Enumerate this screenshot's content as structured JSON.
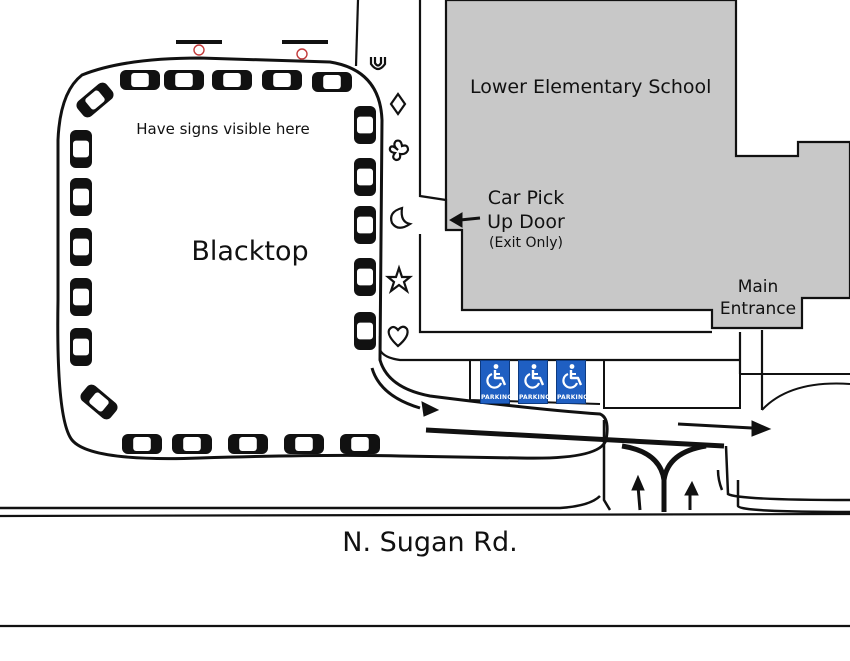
{
  "labels": {
    "school": "Lower Elementary School",
    "blacktop": "Blacktop",
    "signs_note": "Have signs visible here",
    "pickup_line1": "Car Pick",
    "pickup_line2": "Up Door",
    "pickup_exit": "(Exit Only)",
    "main_entrance_line1": "Main",
    "main_entrance_line2": "Entrance",
    "road": "N. Sugan Rd."
  },
  "parking_signs": [
    {
      "text": "PARKING",
      "icon": "wheelchair-icon"
    },
    {
      "text": "PARKING",
      "icon": "wheelchair-icon"
    },
    {
      "text": "PARKING",
      "icon": "wheelchair-icon"
    }
  ],
  "symbols": [
    "horseshoe-icon",
    "diamond-icon",
    "clover-icon",
    "moon-icon",
    "star-icon",
    "heart-icon"
  ],
  "colors": {
    "building": "#c8c8c8",
    "outline": "#111111",
    "handicap_blue": "#1f5fc2",
    "sign_marker": "#c23a3a"
  }
}
